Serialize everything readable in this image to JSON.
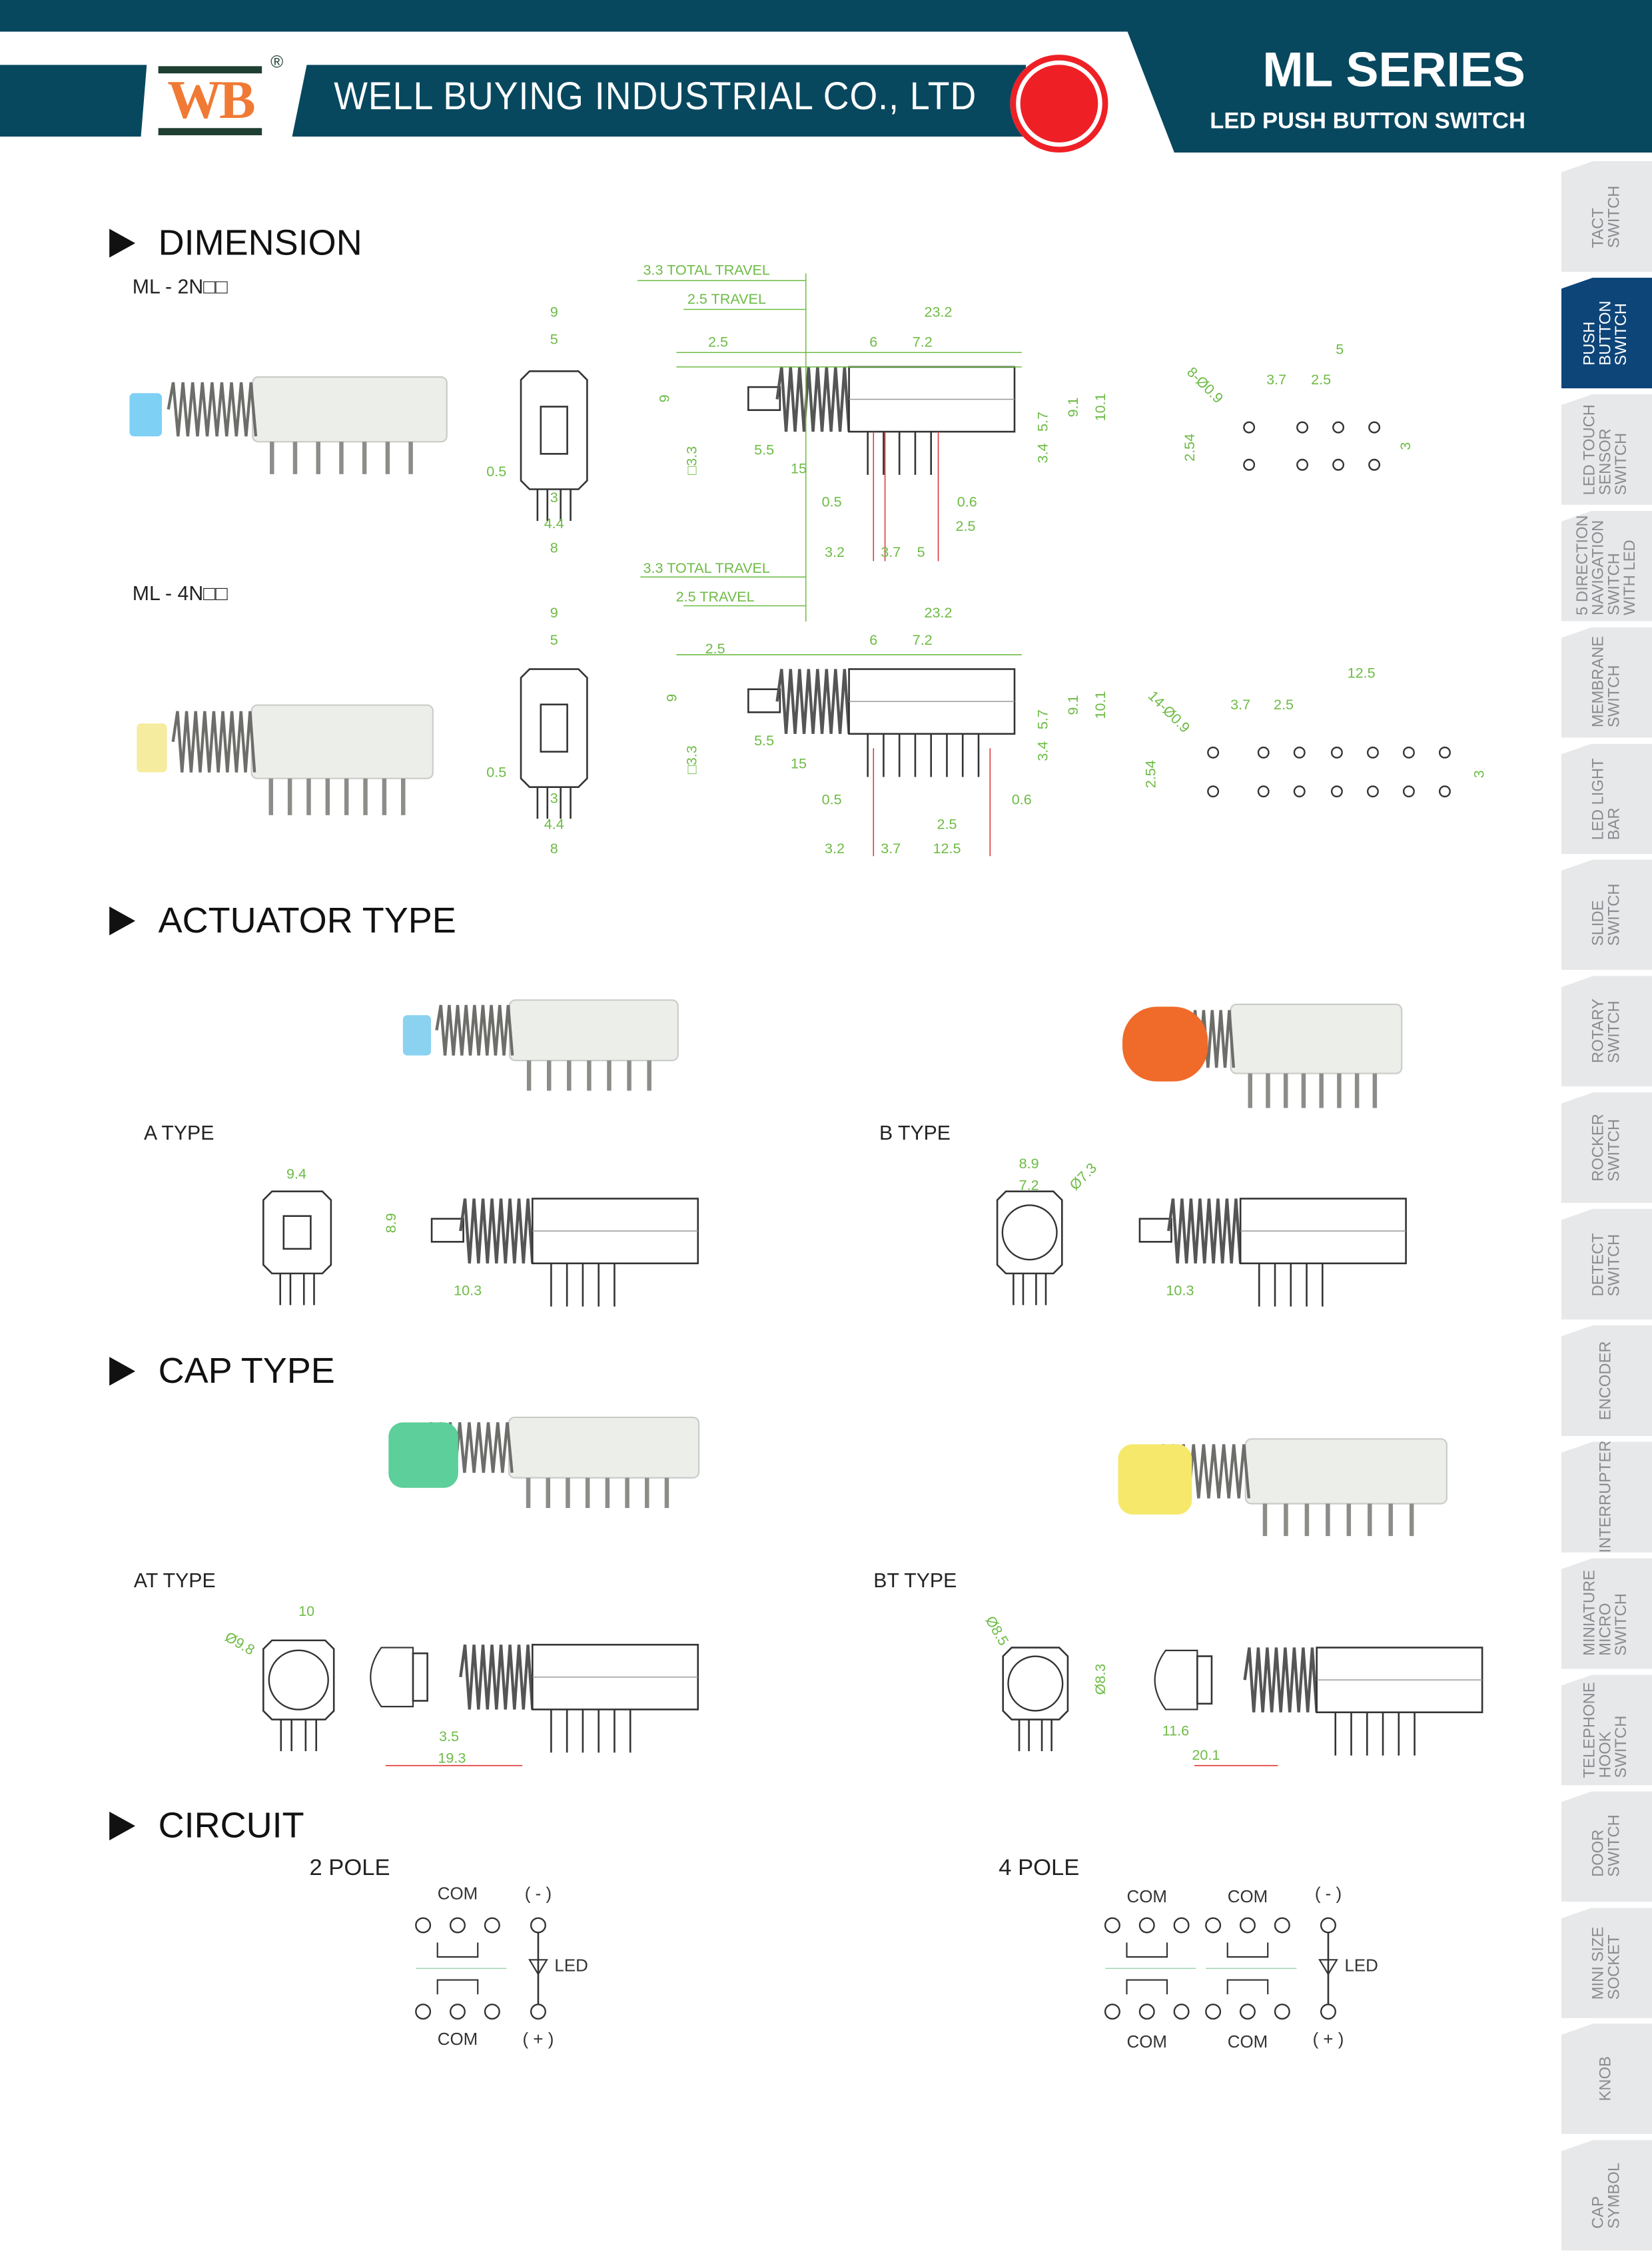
{
  "header": {
    "logo": "WB",
    "registered": "®",
    "company": "WELL BUYING INDUSTRIAL CO., LTD",
    "series": "ML SERIES",
    "subtitle": "LED PUSH BUTTON SWITCH"
  },
  "colors": {
    "brand": "#08485f",
    "active_tab": "#0d4579",
    "dimension": "#6dbb45",
    "reference": "#e03030",
    "logo": "#f07a35"
  },
  "sidebar": {
    "active_index": 1,
    "tabs": [
      "TACT\nSWITCH",
      "PUSH\nBUTTON\nSWITCH",
      "LED TOUCH\nSENSOR\nSWITCH",
      "5 DIRECTION\nNAVIGATION\nSWITCH\nWITH LED",
      "MEMBRANE\nSWITCH",
      "LED LIGHT\nBAR",
      "SLIDE\nSWITCH",
      "ROTARY\nSWITCH",
      "ROCKER\nSWITCH",
      "DETECT\nSWITCH",
      "ENCODER",
      "INTERRUPTER",
      "MINIATURE\nMICRO\nSWITCH",
      "TELEPHONE\nHOOK\nSWITCH",
      "DOOR\nSWITCH",
      "MINI SIZE\nSOCKET",
      "KNOB",
      "CAP\nSYMBOL"
    ]
  },
  "sections": {
    "dimension": "DIMENSION",
    "actuator": "ACTUATOR TYPE",
    "cap": "CAP TYPE",
    "circuit": "CIRCUIT"
  },
  "models": {
    "ml2n": "ML - 2N□□",
    "ml4n": "ML - 4N□□"
  },
  "dims": {
    "ml2n": [
      "9",
      "5",
      "0.5",
      "3",
      "4.4",
      "8",
      "3.3 TOTAL TRAVEL",
      "2.5 TRAVEL",
      "2.5",
      "6",
      "7.2",
      "23.2",
      "9",
      "□3.3",
      "5.5",
      "15",
      "5.7",
      "9.1",
      "10.1",
      "3.4",
      "0.5",
      "0.6",
      "2.5",
      "3.2",
      "3.7",
      "5",
      "8-Ø0.9",
      "3.7",
      "2.5",
      "5",
      "2.54",
      "3"
    ],
    "ml4n": [
      "9",
      "5",
      "0.5",
      "3",
      "4.4",
      "8",
      "3.3 TOTAL TRAVEL",
      "2.5 TRAVEL",
      "2.5",
      "6",
      "7.2",
      "23.2",
      "9",
      "□3.3",
      "5.5",
      "15",
      "5.7",
      "9.1",
      "10.1",
      "3.4",
      "0.5",
      "0.6",
      "2.5",
      "3.2",
      "3.7",
      "12.5",
      "14-Ø0.9",
      "3.7",
      "2.5",
      "12.5",
      "2.54",
      "3"
    ],
    "a_type": [
      "9.4",
      "8.9",
      "10.3"
    ],
    "b_type": [
      "8.9",
      "7.2",
      "Ø7.3",
      "10.3"
    ],
    "at_type": [
      "10",
      "Ø9.8",
      "3.5",
      "19.3"
    ],
    "bt_type": [
      "Ø8.5",
      "Ø8.3",
      "11.6",
      "20.1"
    ]
  },
  "actuator": {
    "a": "A TYPE",
    "b": "B TYPE"
  },
  "cap": {
    "at": "AT TYPE",
    "bt": "BT TYPE"
  },
  "circuit": {
    "pole2": "2 POLE",
    "pole4": "4 POLE",
    "com": "COM",
    "minus": "( - )",
    "plus": "( + )",
    "led": "LED"
  }
}
